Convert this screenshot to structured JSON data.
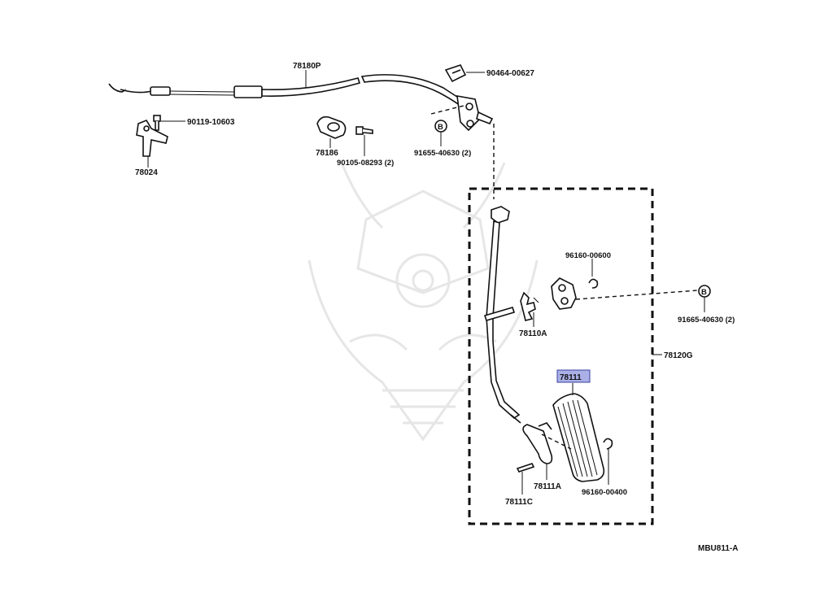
{
  "labels": {
    "cable": "78180P",
    "clip_top": "90464-00627",
    "bolt_left": "90119-10603",
    "bracket_left": "78024",
    "clamp": "78186",
    "bolt_clamp": "90105-08293 (2)",
    "nut_top": "91655-40630 (2)",
    "clip_mid": "96160-00600",
    "nut_right": "91665-40630 (2)",
    "spring_upper": "78110A",
    "assembly": "78120G",
    "pedal_pad": "78111",
    "spring_lower": "78111A",
    "clip_lower": "96160-00400",
    "pin": "78111C",
    "diagram_code": "MBU811-A"
  },
  "bolt_marker": "B",
  "colors": {
    "highlight_fill": "#aab0e6",
    "highlight_border": "#3a3fa0",
    "line": "#111111"
  }
}
